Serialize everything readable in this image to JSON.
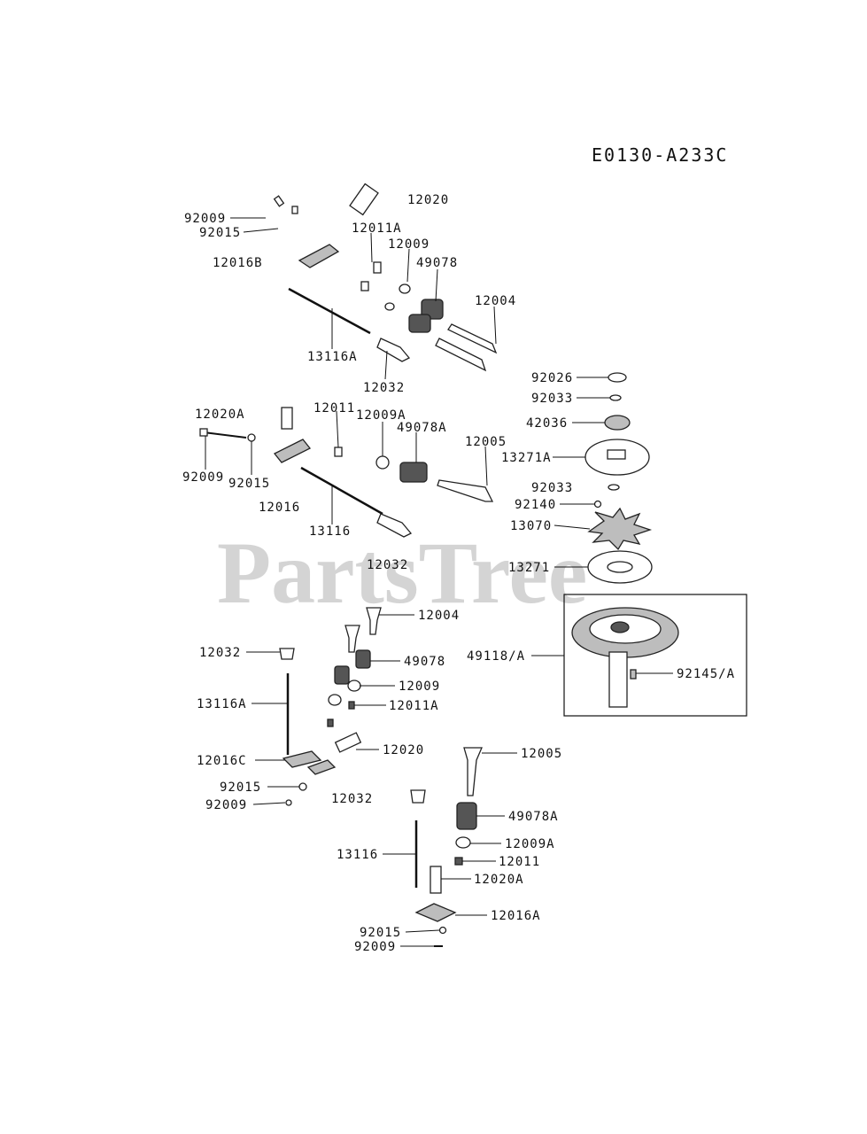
{
  "diagram": {
    "code": "E0130-A233C",
    "watermark": "PartsTree",
    "labels": {
      "p92009_a": "92009",
      "p92015_a": "92015",
      "p12016B": "12016B",
      "p12020_a": "12020",
      "p12011A_a": "12011A",
      "p12009_a": "12009",
      "p49078_a": "49078",
      "p12004_a": "12004",
      "p13116A_a": "13116A",
      "p12032_a": "12032",
      "p92026": "92026",
      "p92033_a": "92033",
      "p42036": "42036",
      "p13271A": "13271A",
      "p92033_b": "92033",
      "p92140": "92140",
      "p13070": "13070",
      "p13271": "13271",
      "p12020A_a": "12020A",
      "p12011_a": "12011",
      "p12009A_a": "12009A",
      "p49078A_a": "49078A",
      "p12005_a": "12005",
      "p92009_b": "92009",
      "p92015_b": "92015",
      "p12016": "12016",
      "p13116_a": "13116",
      "p12032_b": "12032",
      "p12004_b": "12004",
      "p12032_c": "12032",
      "p49078_b": "49078",
      "p49118A": "49118/A",
      "p92145A": "92145/A",
      "p13116A_b": "13116A",
      "p12009_b": "12009",
      "p12011A_b": "12011A",
      "p12016C": "12016C",
      "p12020_b": "12020",
      "p92015_c": "92015",
      "p92009_c": "92009",
      "p12032_d": "12032",
      "p12005_b": "12005",
      "p49078A_b": "49078A",
      "p13116_b": "13116",
      "p12009A_b": "12009A",
      "p12011_b": "12011",
      "p12020A_b": "12020A",
      "p12016A": "12016A",
      "p92015_d": "92015",
      "p92009_d": "92009"
    }
  }
}
